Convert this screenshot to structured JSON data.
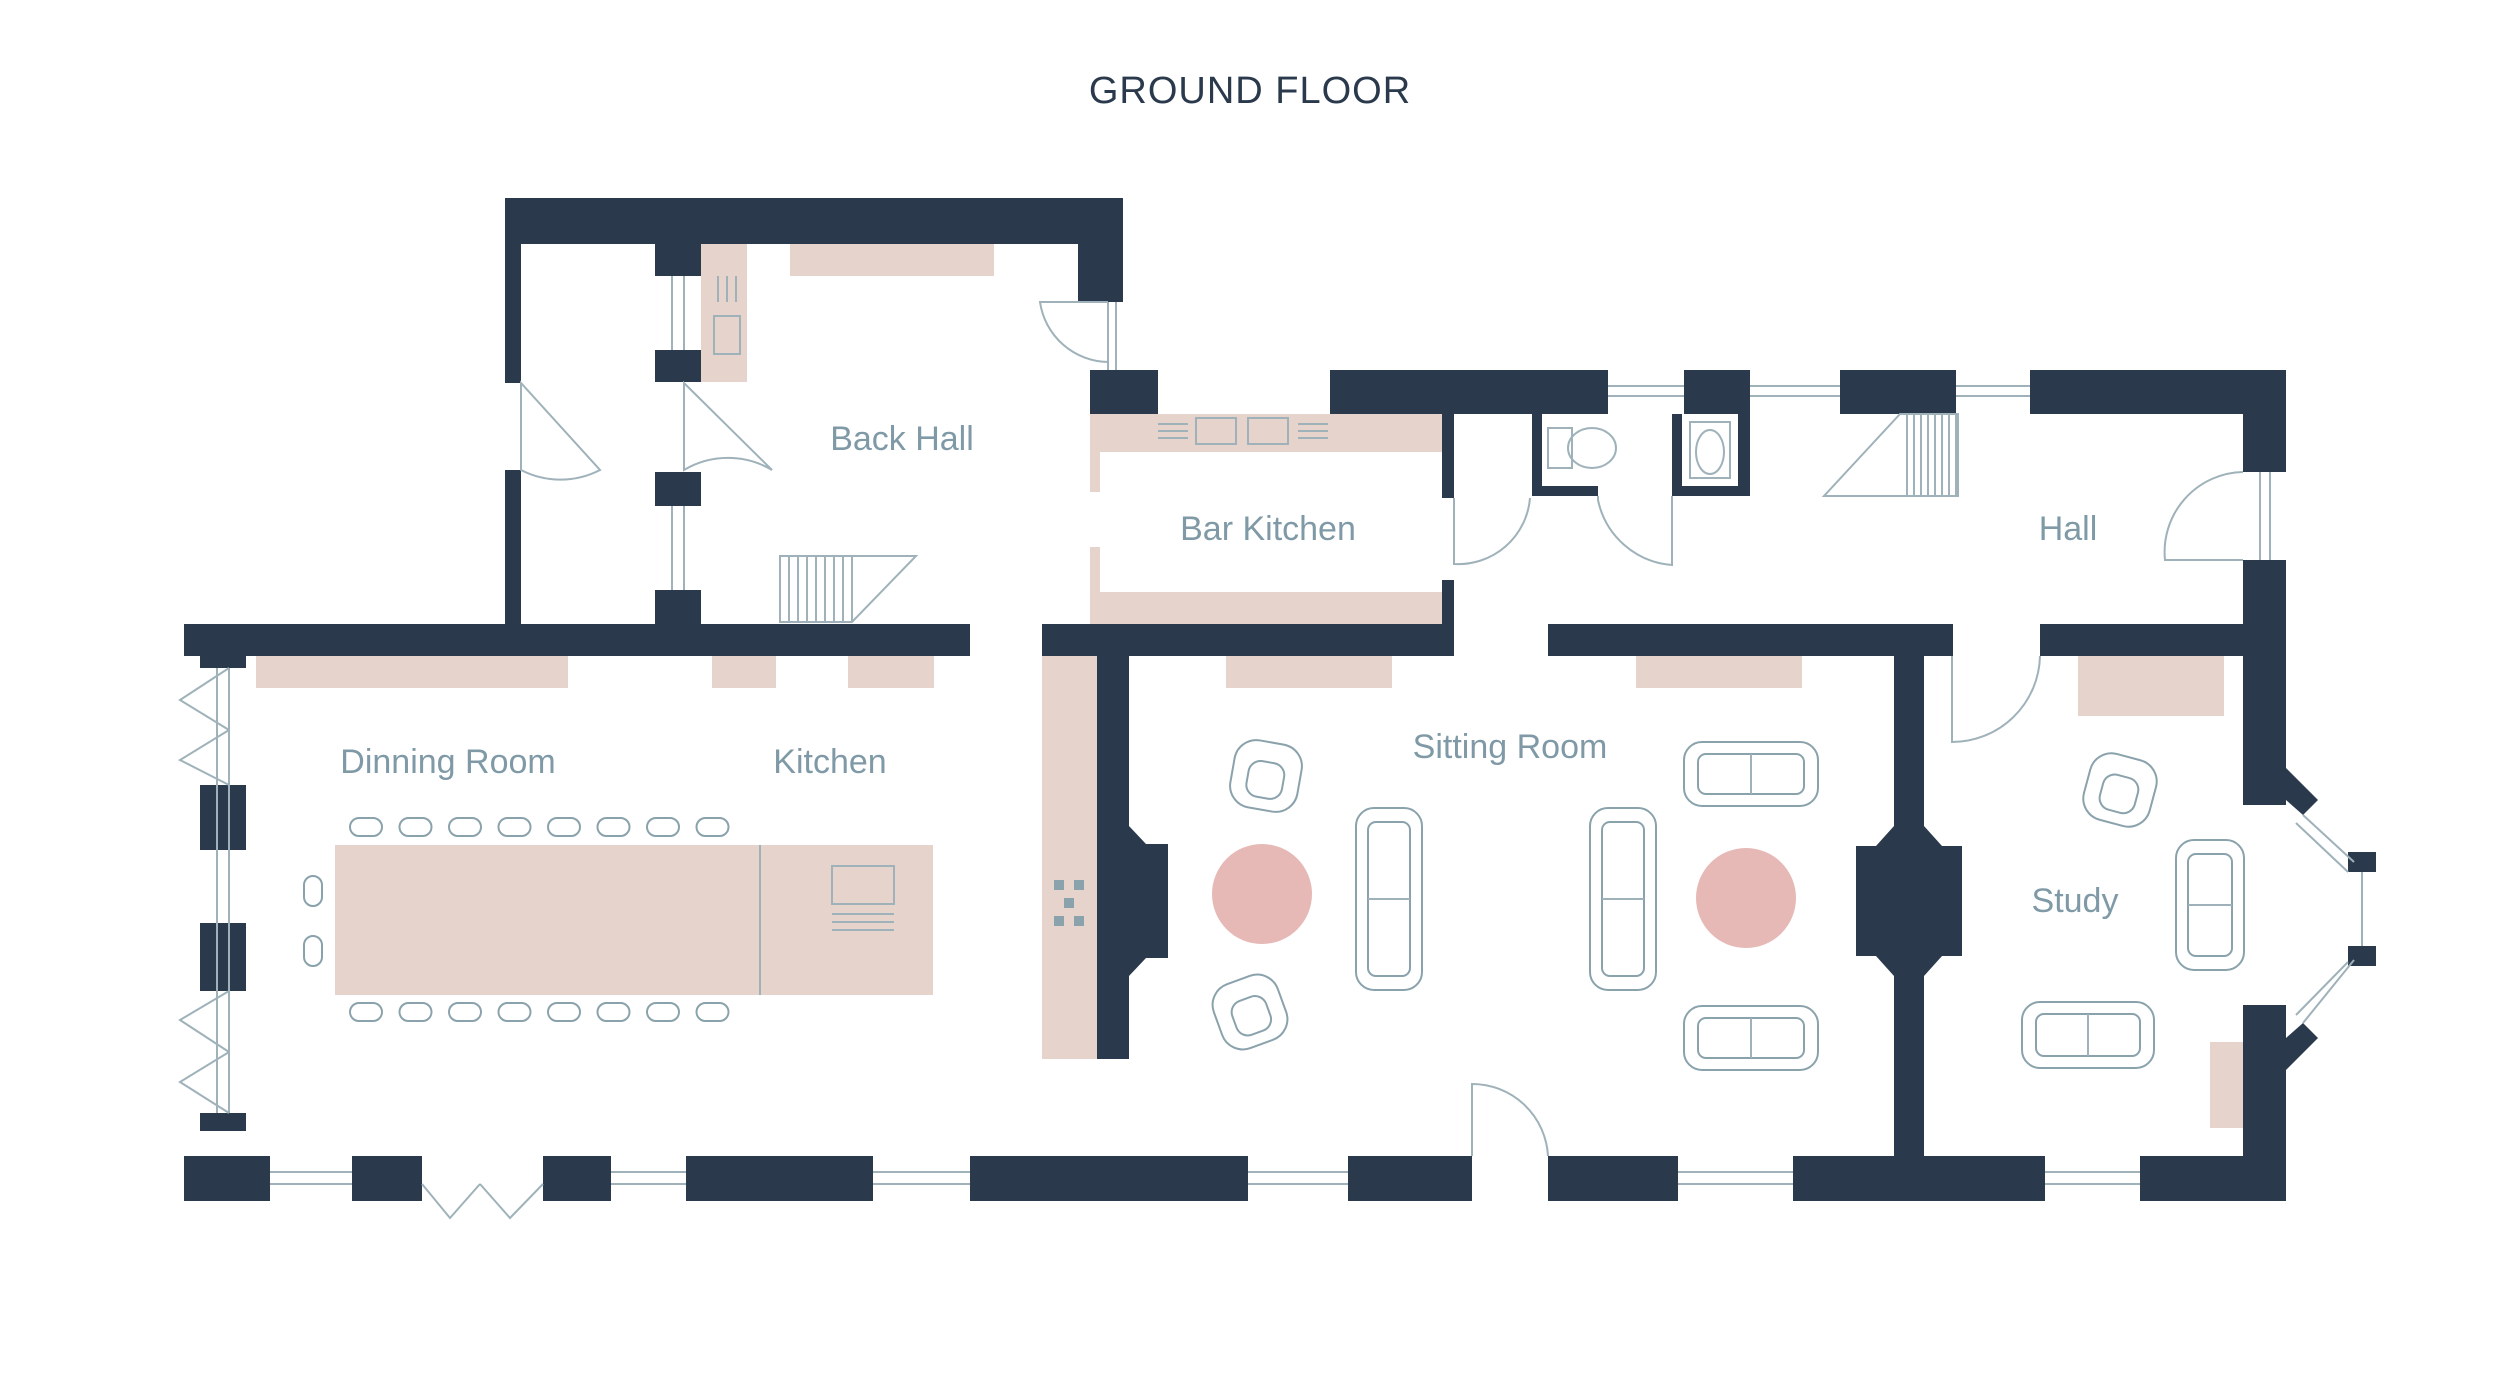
{
  "title": "GROUND FLOOR",
  "rooms": {
    "back_hall": "Back Hall",
    "bar_kitchen": "Bar Kitchen",
    "hall": "Hall",
    "dining_room": "Dinning Room",
    "kitchen": "Kitchen",
    "sitting_room": "Sitting Room",
    "study": "Study"
  },
  "colors": {
    "wall": "#2a3a4c",
    "cabinetry": "#e6d3cc",
    "rug": "#e6b9b6",
    "label": "#7f9aa6",
    "line": "#9fb2ba"
  }
}
